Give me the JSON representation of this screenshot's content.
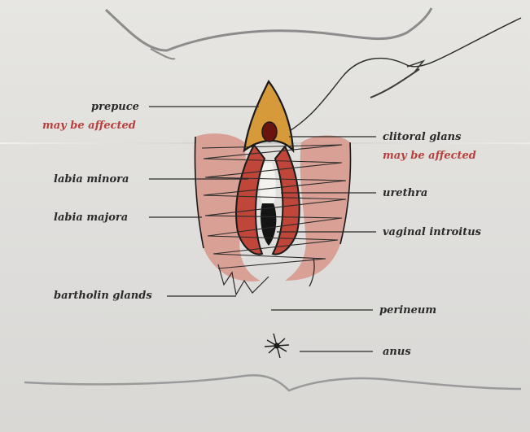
{
  "labels": {
    "prepuce": "prepuce",
    "prepuce_note": "may be affected",
    "labia_minora": "labia minora",
    "labia_majora": "labia majora",
    "bartholin_glands": "bartholin glands",
    "clitoral_glans": "clitoral glans",
    "clitoral_glans_note": "may be affected",
    "urethra": "urethra",
    "vaginal_introitus": "vaginal introitus",
    "perineum": "perineum",
    "anus": "anus"
  },
  "colors": {
    "paper": "#e3e2de",
    "label_text": "#2a2a2a",
    "note_text": "#b5403e",
    "labia_majora_fill": "#d9a096",
    "labia_minora_fill": "#c0463a",
    "prepuce_fill": "#d69a3a",
    "ink": "#1a1a1a"
  }
}
